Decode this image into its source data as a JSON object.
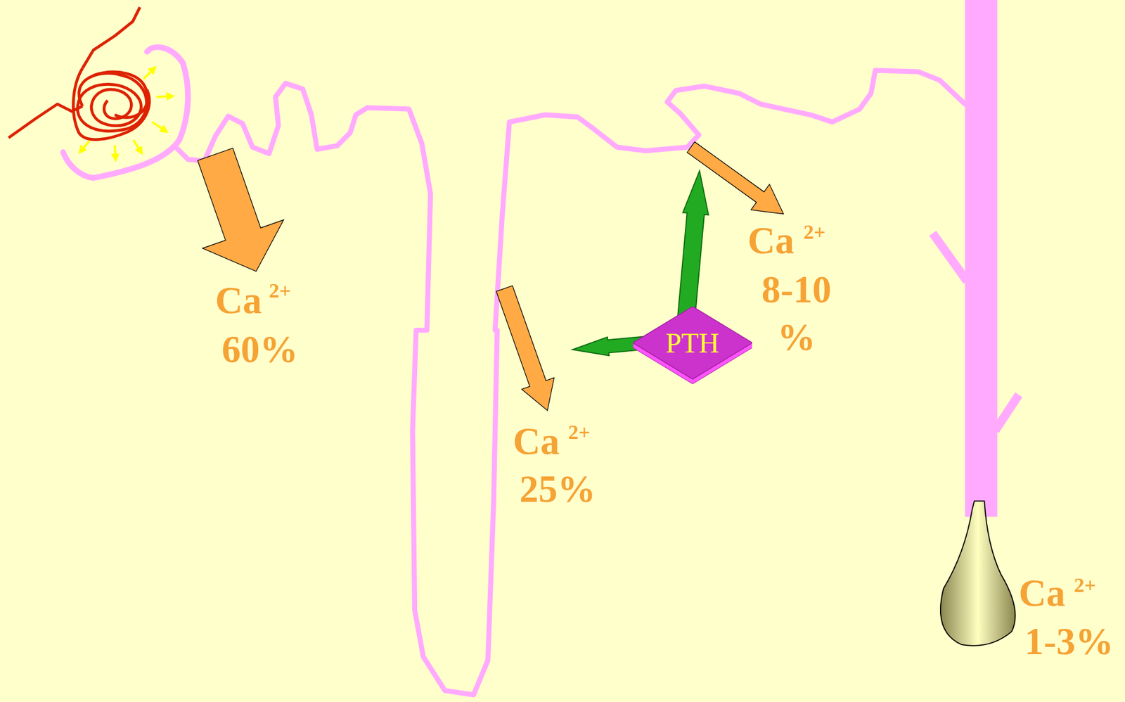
{
  "diagram": {
    "nodes": [
      {
        "text": [
          "PTH"
        ]
      }
    ],
    "labels": [
      "Ca",
      "2+",
      "60%",
      "Ca",
      "2+",
      "25%",
      "Ca",
      "2+",
      "8-10 %",
      "Ca",
      "2+",
      "1-3%"
    ]
  }
}
